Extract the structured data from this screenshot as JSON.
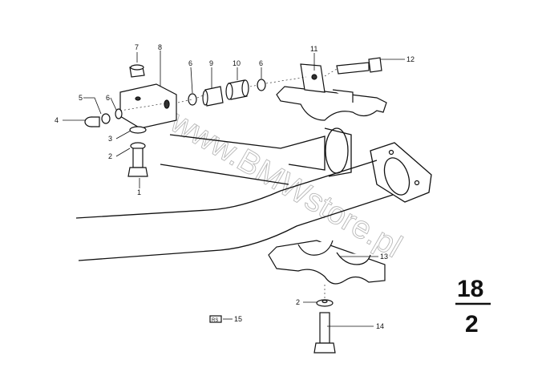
{
  "diagram": {
    "watermark": "www.BMWstore.pl",
    "group_number_top": "18",
    "group_number_bottom": "2",
    "part15_symbol": "RS",
    "callouts": {
      "c1": "1",
      "c2a": "2",
      "c3": "3",
      "c4": "4",
      "c5": "5",
      "c6a": "6",
      "c7": "7",
      "c8": "8",
      "c6b": "6",
      "c9": "9",
      "c10": "10",
      "c6c": "6",
      "c11": "11",
      "c12": "12",
      "c13": "13",
      "c2b": "2",
      "c14": "14",
      "c15": "15"
    }
  }
}
